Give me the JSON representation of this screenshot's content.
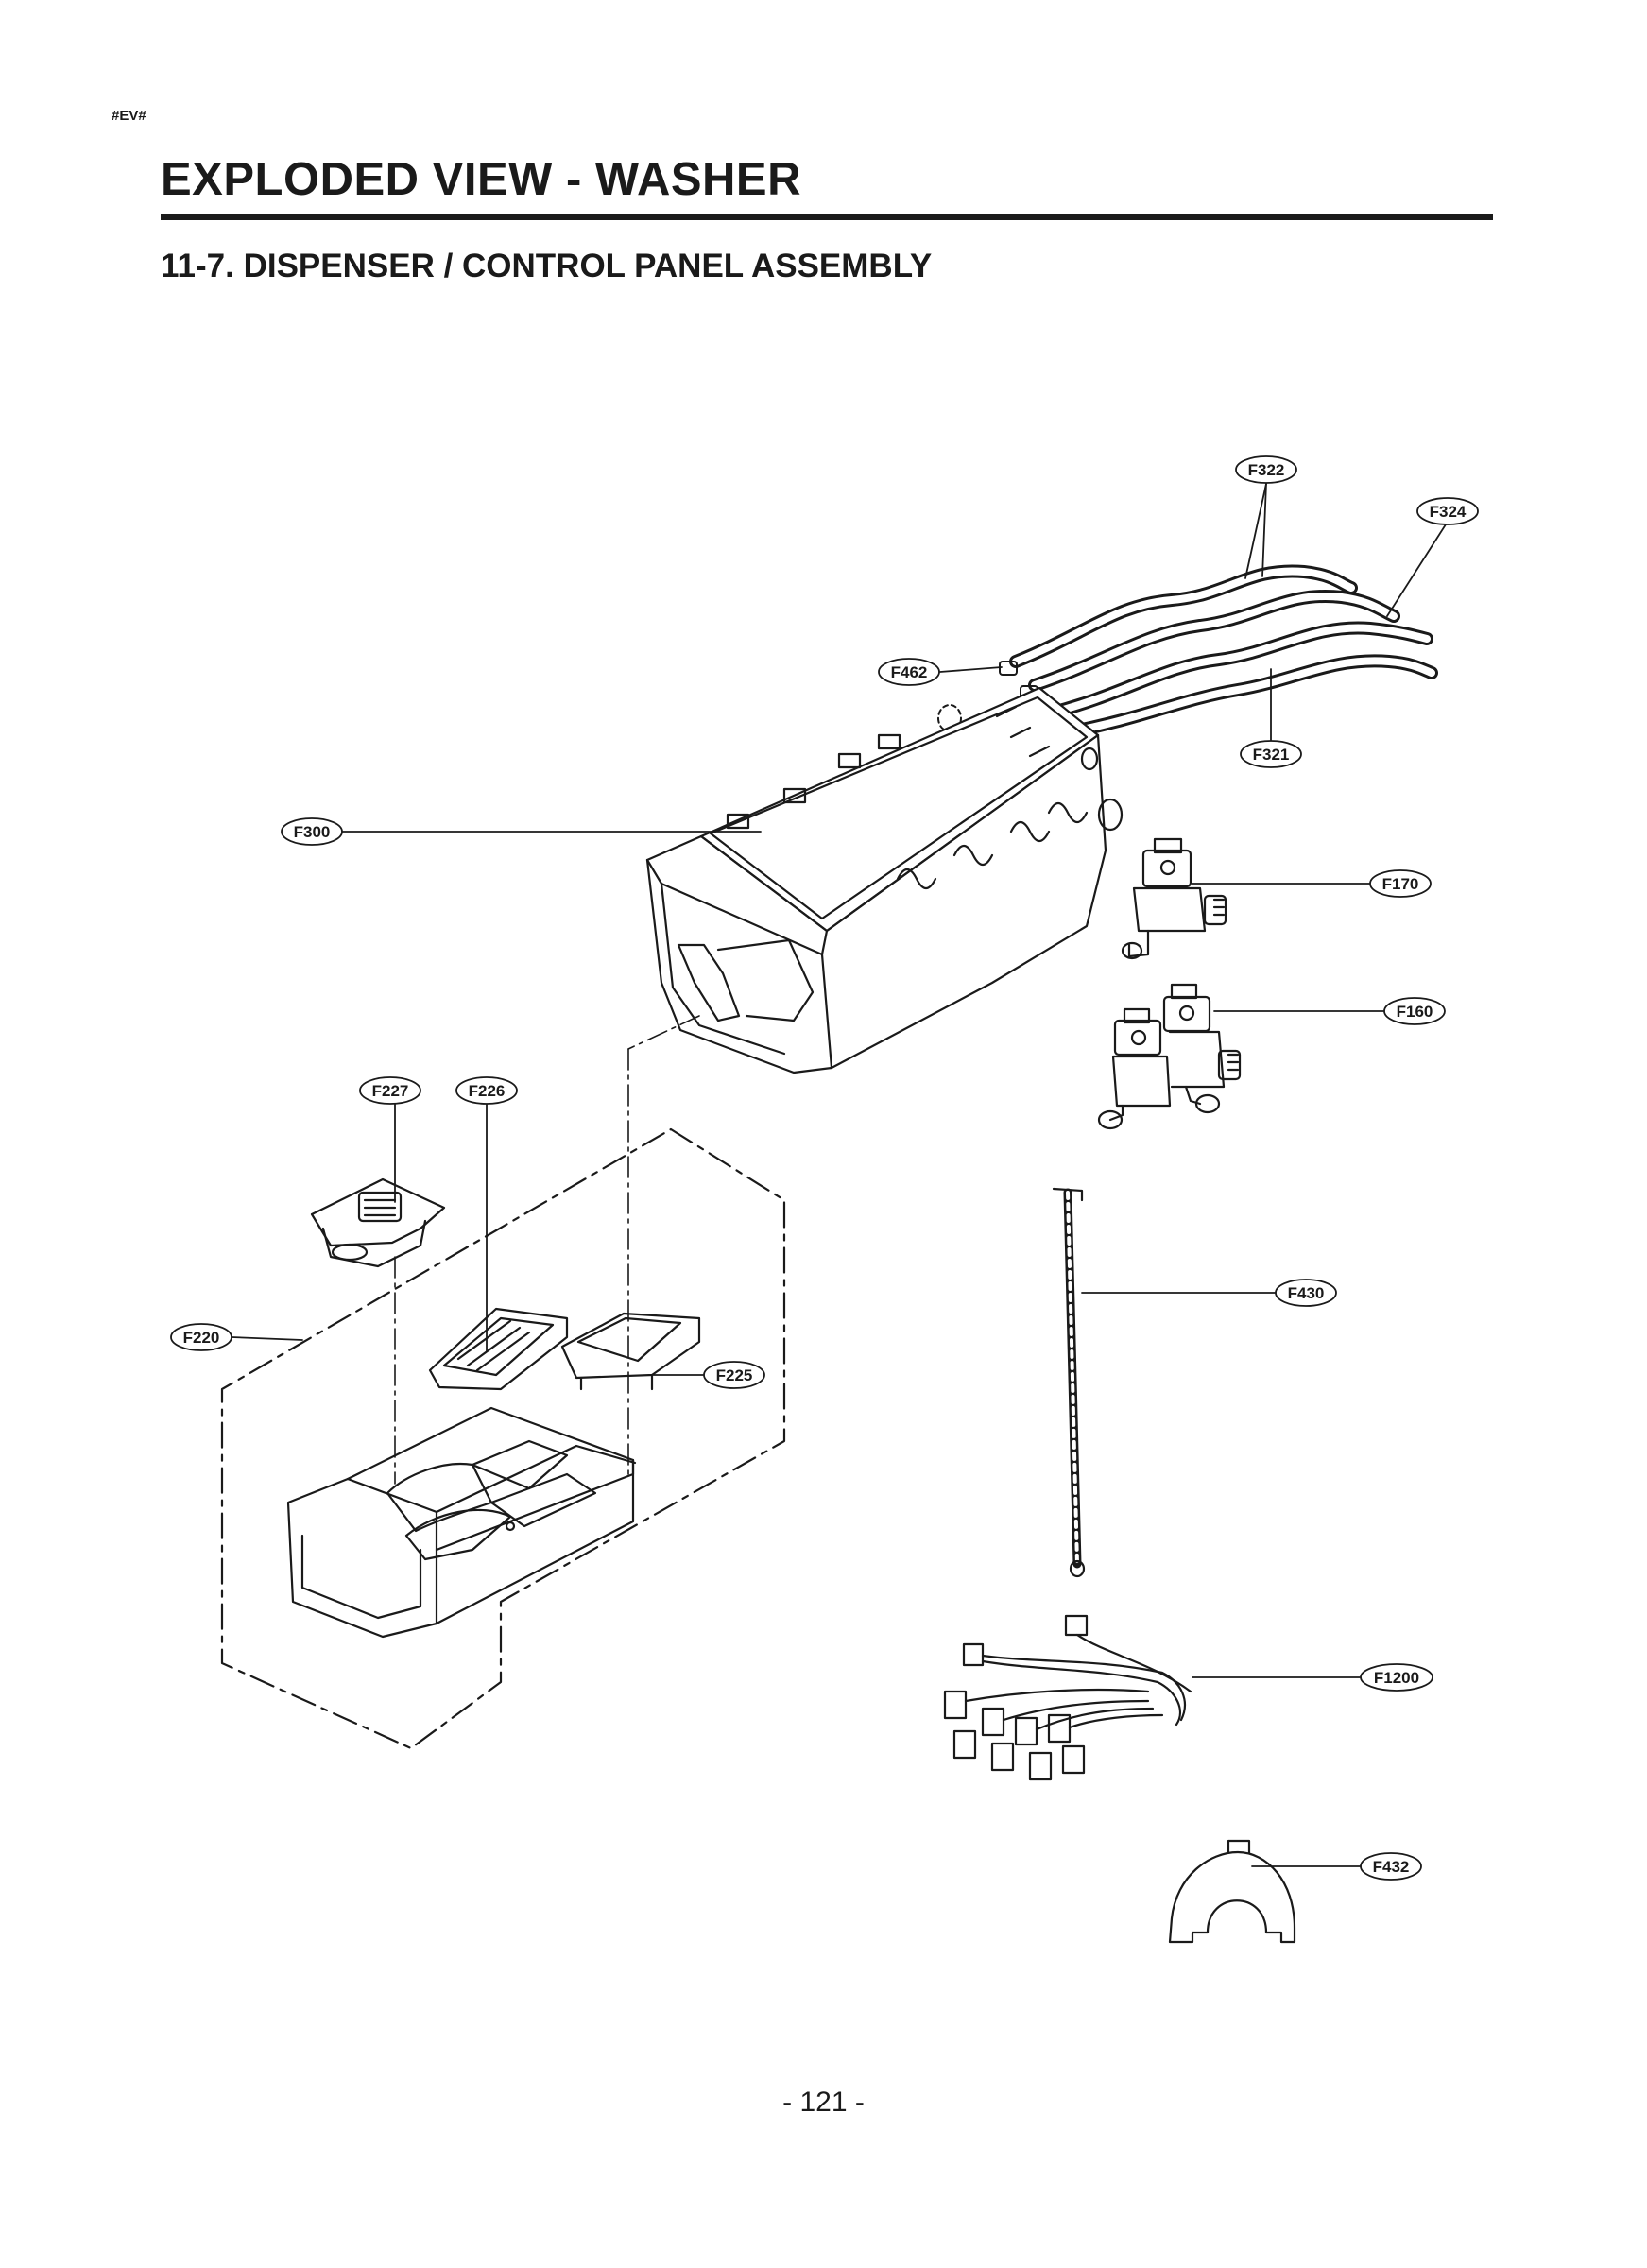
{
  "header": {
    "tag": "#EV#",
    "title": "EXPLODED VIEW - WASHER",
    "subtitle": "11-7. DISPENSER / CONTROL PANEL ASSEMBLY"
  },
  "parts": [
    {
      "code": "F322",
      "name": "hose"
    },
    {
      "code": "F324",
      "name": "hose"
    },
    {
      "code": "F462",
      "name": "clamp"
    },
    {
      "code": "F321",
      "name": "hose"
    },
    {
      "code": "F300",
      "name": "dispenser housing"
    },
    {
      "code": "F170",
      "name": "inlet valve single"
    },
    {
      "code": "F160",
      "name": "inlet valve double"
    },
    {
      "code": "F227",
      "name": "rinse cap"
    },
    {
      "code": "F226",
      "name": "cover"
    },
    {
      "code": "F220",
      "name": "drawer assembly"
    },
    {
      "code": "F225",
      "name": "cap"
    },
    {
      "code": "F430",
      "name": "tube"
    },
    {
      "code": "F1200",
      "name": "harness"
    },
    {
      "code": "F432",
      "name": "clamp"
    }
  ],
  "footer": {
    "page_number": "- 121 -"
  }
}
